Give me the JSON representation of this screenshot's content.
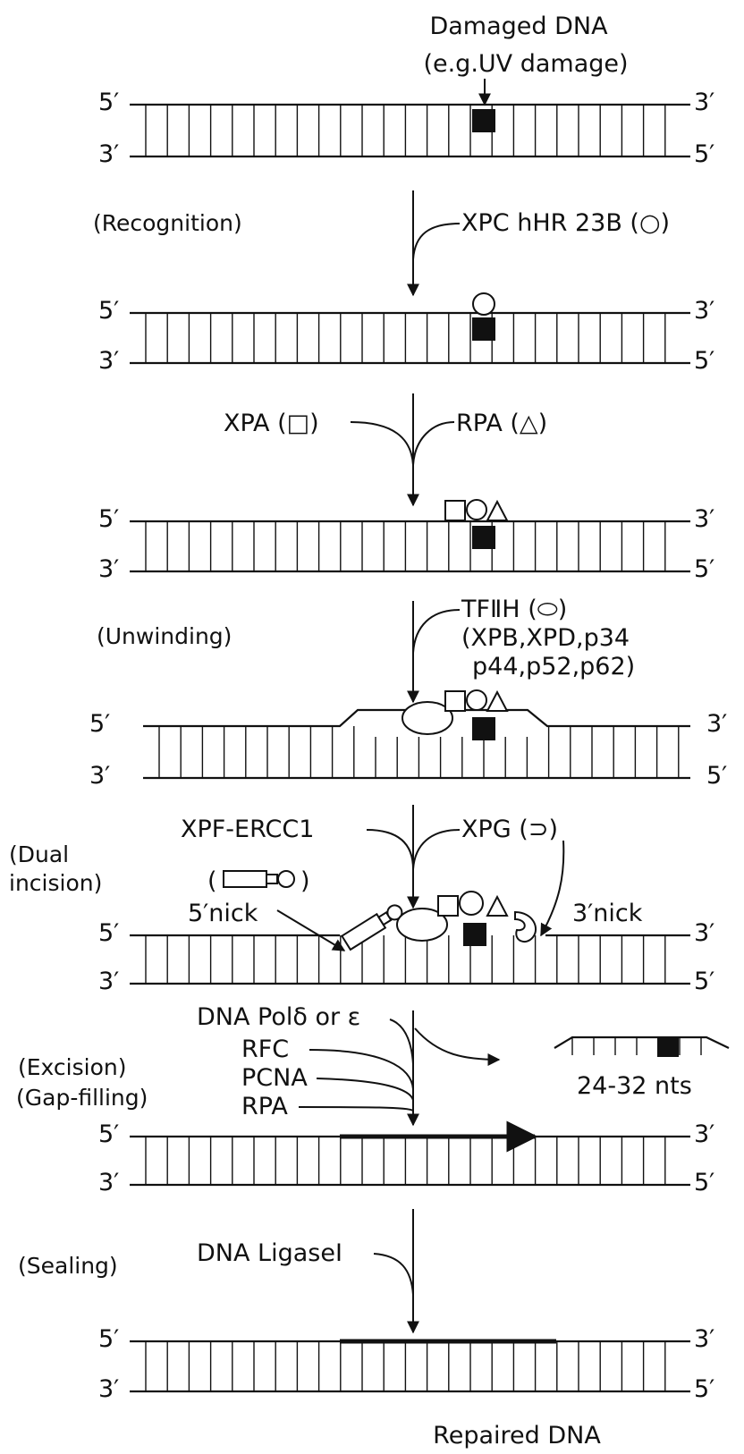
{
  "header": {
    "line1": "Damaged DNA",
    "line2": "(e.g.UV damage)"
  },
  "footer": {
    "label": "Repaired DNA"
  },
  "ends": {
    "five": "5′",
    "three": "3′"
  },
  "steps": [
    {
      "id": "recognition",
      "phase": "(Recognition)",
      "right_label": "XPC hHR 23B (○)"
    },
    {
      "id": "binding",
      "left_label": "XPA (□)",
      "right_label": "RPA (△)"
    },
    {
      "id": "unwinding",
      "phase": "(Unwinding)",
      "factor_line1": "TFⅡH (⬭)",
      "factor_line2": "(XPB,XPD,p34",
      "factor_line3": "p44,p52,p62)"
    },
    {
      "id": "dual-incision",
      "phase_line1": "(Dual",
      "phase_line2": "incision)",
      "left_label": "XPF-ERCC1",
      "right_label": "XPG (⊃)",
      "complex_label_open": "(",
      "complex_label_close": ")",
      "nick_5": "5′nick",
      "nick_3": "3′nick"
    },
    {
      "id": "excision",
      "phase_line1": "(Excision)",
      "phase_line2": "(Gap-filling)",
      "factors": [
        "DNA Polδ or ε",
        "RFC",
        "PCNA",
        "RPA"
      ],
      "fragment_label": "24-32 nts"
    },
    {
      "id": "sealing",
      "phase": "(Sealing)",
      "factor": "DNA LigaseⅠ"
    }
  ],
  "colors": {
    "ink": "#111111",
    "background": "#ffffff"
  }
}
